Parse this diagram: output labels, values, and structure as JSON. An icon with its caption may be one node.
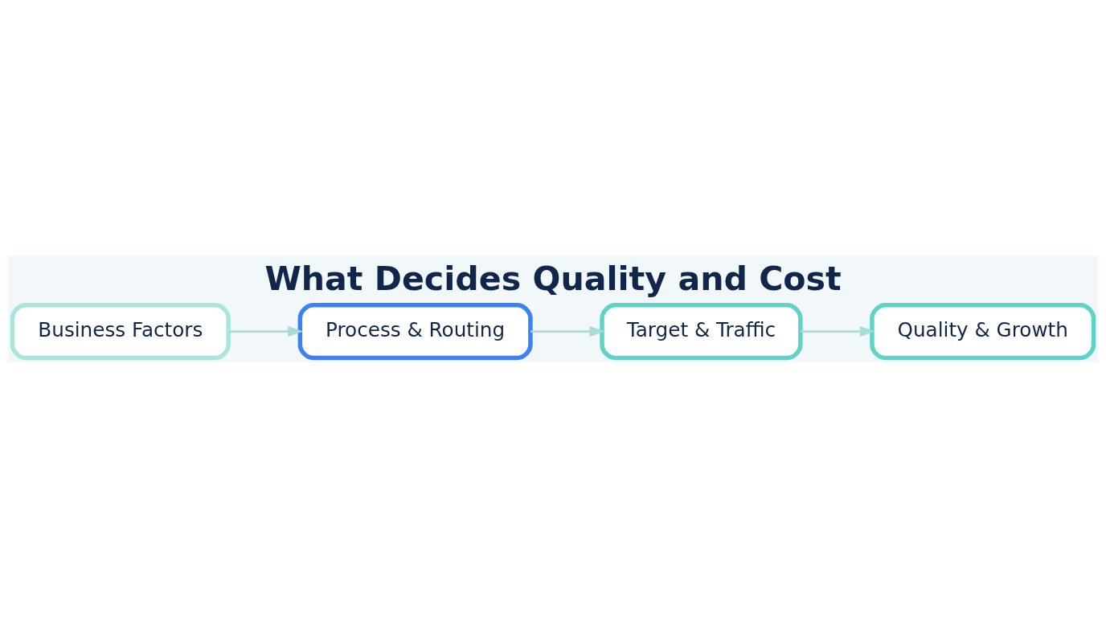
{
  "diagram": {
    "title": "What Decides Quality and Cost",
    "nodes": [
      {
        "text": [
          "Business Factors"
        ]
      },
      {
        "text": [
          "Process & Routing"
        ]
      },
      {
        "text": [
          "Target & Traffic"
        ]
      },
      {
        "text": [
          "Quality & Growth"
        ]
      }
    ],
    "edges": [
      {
        "from": 0,
        "to": 1,
        "arrow": "to"
      },
      {
        "from": 1,
        "to": 2,
        "arrow": "to"
      },
      {
        "from": 2,
        "to": 3,
        "arrow": "to"
      }
    ]
  }
}
